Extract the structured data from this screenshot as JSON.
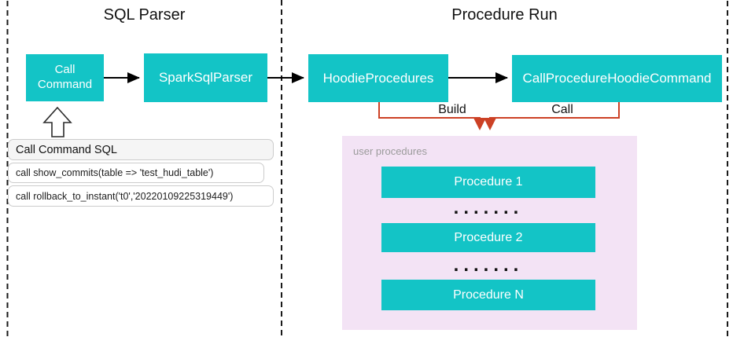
{
  "sections": {
    "left": {
      "title": "SQL Parser"
    },
    "right": {
      "title": "Procedure Run"
    }
  },
  "nodes": {
    "call_command": {
      "label": "Call Command"
    },
    "spark_sql_parser": {
      "label": "SparkSqlParser"
    },
    "hoodie_procedures": {
      "label": "HoodieProcedures"
    },
    "call_procedure_hoodie_command": {
      "label": "CallProcedureHoodieCommand"
    }
  },
  "connectors": {
    "build": {
      "label": "Build"
    },
    "call": {
      "label": "Call"
    }
  },
  "sql_box": {
    "title": "Call Command SQL",
    "rows": [
      "call show_commits(table => 'test_hudi_table')",
      "call rollback_to_instant('t0','20220109225319449')"
    ]
  },
  "user_procedures": {
    "label": "user procedures",
    "items": [
      "Procedure 1",
      "Procedure 2",
      "Procedure N"
    ],
    "separator_dots": "......."
  },
  "colors": {
    "node_fill": "#13C4C6",
    "container_fill": "#F3E3F5",
    "connector_orange": "#CC4125",
    "arrow_black": "#000000"
  }
}
